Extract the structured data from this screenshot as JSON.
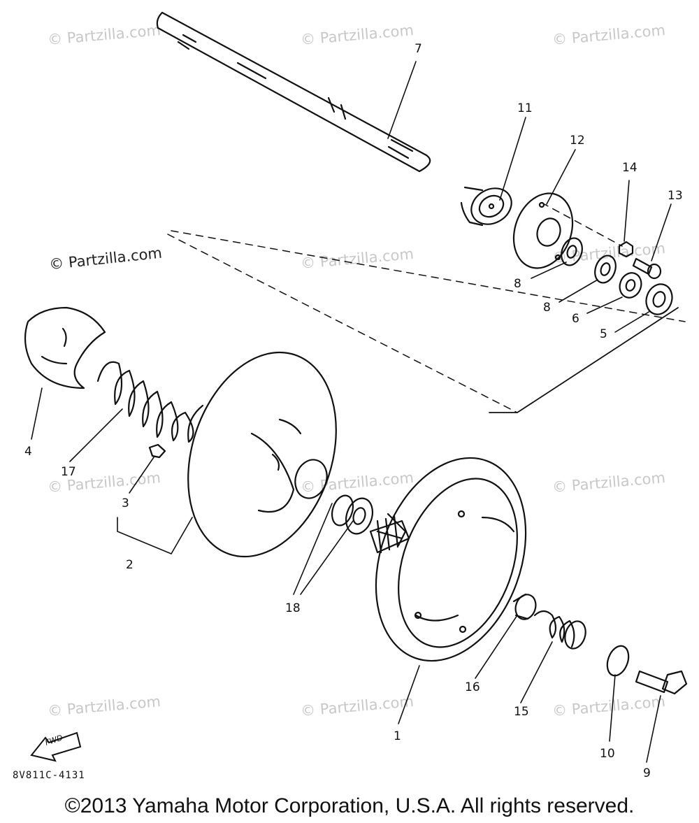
{
  "diagram": {
    "copyright": "©2013 Yamaha Motor Corporation, U.S.A. All rights reserved.",
    "drawing_code": "8V811C-4131",
    "fwd_label": "FWD",
    "watermark": "© Partzilla.com",
    "callouts": {
      "p1": "1",
      "p2": "2",
      "p3": "3",
      "p4": "4",
      "p5": "5",
      "p6": "6",
      "p7": "7",
      "p8a": "8",
      "p8b": "8",
      "p9": "9",
      "p10": "10",
      "p11": "11",
      "p12": "12",
      "p13": "13",
      "p14": "14",
      "p15": "15",
      "p16": "16",
      "p17": "17",
      "p18": "18"
    }
  }
}
